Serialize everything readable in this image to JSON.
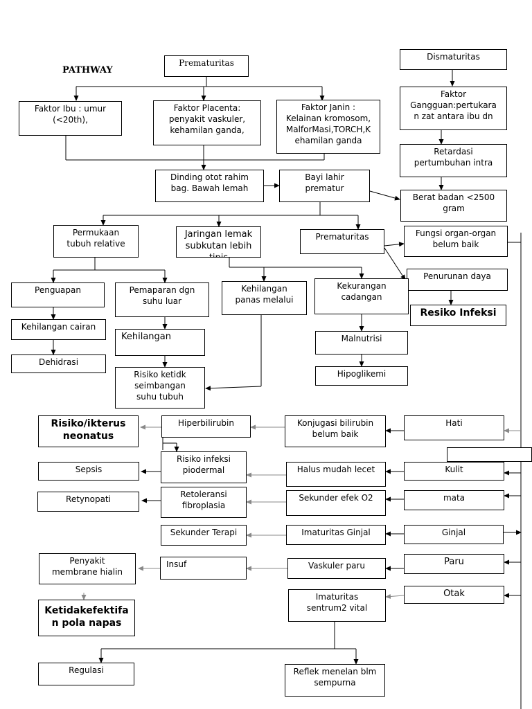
{
  "title": "PATHWAY",
  "nodes": {
    "prematuritas_top": "Prematuritas",
    "dismaturitas": "Dismaturitas",
    "faktor_ibu": "Faktor Ibu : umur\n(<20th),",
    "faktor_placenta": "Faktor Placenta:\npenyakit vaskuler,\nkehamilan ganda,",
    "faktor_janin": "Faktor Janin :\nKelainan kromosom,\nMalforMasi,TORCH,K\nehamilan ganda",
    "faktor_gangguan": "Faktor\nGangguan:pertukara\nn zat antara ibu dn",
    "dinding_otot": "Dinding otot rahim\nbag. Bawah lemah",
    "bayi_lahir": "Bayi lahir\nprematur",
    "retardasi": "Retardasi\npertumbuhan intra",
    "berat_badan": "Berat badan <2500\ngram",
    "permukaan_tubuh": "Permukaan\ntubuh relative",
    "jaringan_lemak": "Jaringan lemak\nsubkutan lebih tipis",
    "prematuritas_mid": "Prematuritas",
    "fungsi_organ": "Fungsi organ-organ\nbelum baik",
    "penurunan_daya": "Penurunan daya",
    "resiko_infeksi": "Resiko Infeksi",
    "penguapan": "Penguapan",
    "pemaparan": "Pemaparan dgn\nsuhu luar",
    "kehilangan_panas_melalui": "Kehilangan\npanas melalui",
    "kekurangan_cadangan": "Kekurangan\ncadangan",
    "kehilangan_cairan": "Kehilangan cairan",
    "kehilangan_napas": "Kehilangan",
    "malnutrisi": "Malnutrisi",
    "dehidrasi": "Dehidrasi",
    "risiko_ketidk": "Risiko ketidk\nseimbangan\nsuhu tubuh",
    "hipoglikemi": "Hipoglikemi",
    "risiko_ikterus": "Risiko/ikterus\nneonatus",
    "hiperbilirubin": "Hiperbilirubin",
    "konjugasi": "Konjugasi bilirubin\nbelum baik",
    "hati": "Hati",
    "sepsis": "Sepsis",
    "risiko_infeksi_pio": "Risiko infeksi\npiodermal",
    "halus_lecet": "Halus mudah lecet",
    "kulit": "Kulit",
    "retynopati": "Retynopati",
    "retoleransi": "Retoleransi\nfibroplasia",
    "sekunder_o2": "Sekunder efek O2",
    "mata": "mata",
    "sekunder_terapi": "Sekunder Terapi",
    "imaturitas_ginjal": "Imaturitas Ginjal",
    "ginjal": "Ginjal",
    "penyakit_membrane": "Penyakit\nmembrane hialin",
    "insuf": "Insuf",
    "vaskuler_paru": "Vaskuler paru",
    "paru": "Paru",
    "otak": "Otak",
    "imaturitas_sentrum": "Imaturitas\nsentrum2 vital",
    "ketidakefektifan": "Ketidakefektifa\nn pola napas",
    "regulasi": "Regulasi",
    "reflek": "Reflek menelan blm\nsempurna",
    "blank_box": ""
  }
}
